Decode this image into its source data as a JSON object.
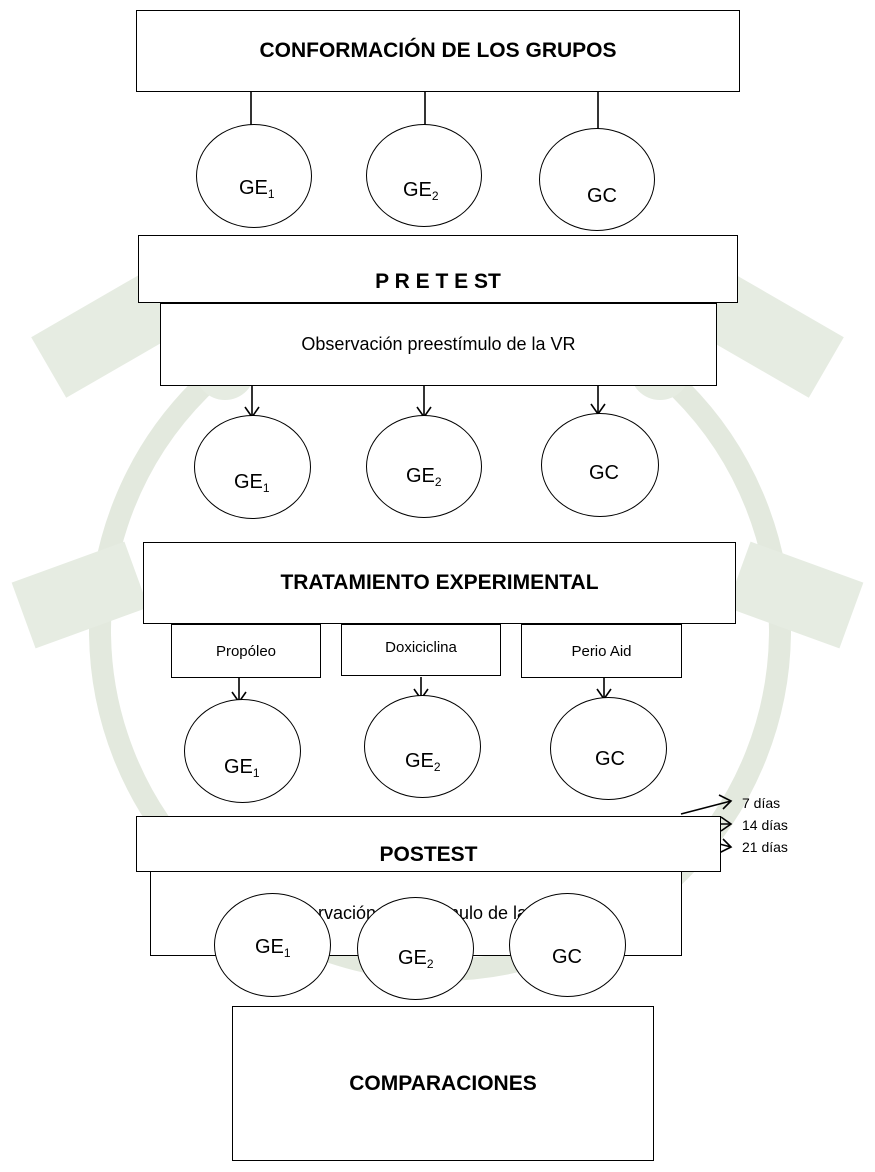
{
  "diagram": {
    "conformacion": "CONFORMACIÓN DE LOS GRUPOS",
    "pretest": "P R E T E ST",
    "observacion_pre": "Observación preestímulo de la VR",
    "tratamiento": "TRATAMIENTO EXPERIMENTAL",
    "treatments": [
      "Propóleo",
      "Doxiciclina",
      "Perio Aid"
    ],
    "postest": "POSTEST",
    "observacion_post": "Observación postestímulo de la VR",
    "intervals": [
      "7 días",
      "14 días",
      "21 días"
    ],
    "comparaciones": "COMPARACIONES",
    "groups": {
      "ge": "GE",
      "ge1_sub": "1",
      "ge2_sub": "2",
      "gc": "GC"
    }
  },
  "colors": {
    "line": "#000000",
    "watermark": "#dfe6d9"
  }
}
